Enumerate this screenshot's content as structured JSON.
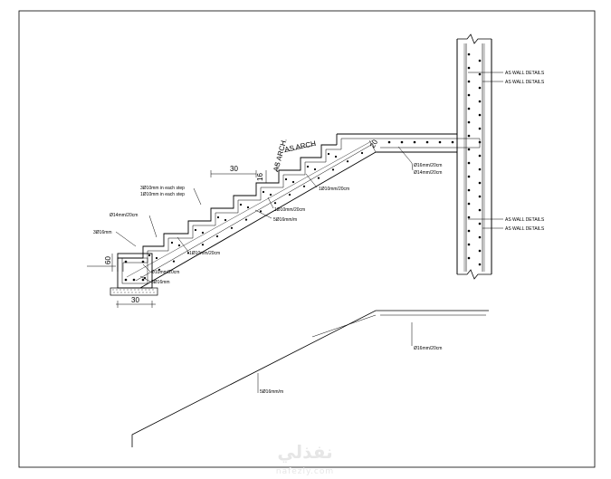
{
  "labels": {
    "as_arch_top": "AS ARCH",
    "as_arch_side": "AS ARCH.",
    "wall_top_1": "AS WALL DETAILS",
    "wall_top_2": "AS WALL DETAILS",
    "wall_bottom_1": "AS WALL DETAILS",
    "wall_bottom_2": "AS WALL DETAILS",
    "bar_16_20_right": "Ø16mm/20cm",
    "bar_14_20_right": "Ø14mm/20cm",
    "bar_1_10_20_a": "1Ø10mm/20cm",
    "bar_1_10_20_b": "1Ø10mm/20cm",
    "bar_5_16": "5Ø16mm/m",
    "bar_3_10_each_step": "3Ø10mm in each step",
    "bar_1_10_each_step": "1Ø10mm in each step",
    "bar_14_20_left": "Ø14mm/20cm",
    "bar_3_16_left": "3Ø16mm",
    "bar_1_10_20_c": "1Ø10mm/20cm",
    "bar_10_20_base": "Ø10mm/20cm",
    "bar_3_16_base": "3Ø16mm",
    "bar_16_20_lower": "Ø16mm/20cm",
    "bar_5_16_lower": "5Ø16mm/m"
  },
  "dimensions": {
    "tread": "30",
    "riser": "16",
    "landing": "20",
    "footing_height": "60",
    "footing_width": "30"
  },
  "watermark": {
    "arabic": "نفذلي",
    "latin": "nafezly.com"
  }
}
